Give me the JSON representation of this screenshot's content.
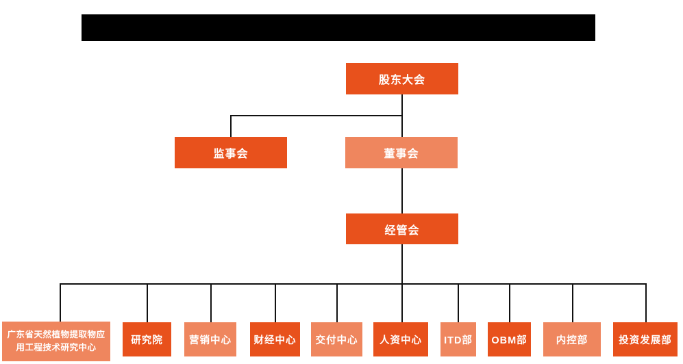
{
  "title_bar": {
    "redacted": true,
    "text": ""
  },
  "colors": {
    "primary_box": "#E8511C",
    "secondary_box": "#EF865E",
    "connector_line": "#111111",
    "box_text": "#FFFFFF",
    "redaction_bar": "#000000",
    "background": "#FFFFFF"
  },
  "org": {
    "root": {
      "label": "股东大会"
    },
    "supervisory": {
      "label": "监事会"
    },
    "board": {
      "label": "董事会"
    },
    "management": {
      "label": "经管会"
    },
    "departments": [
      {
        "label": "广东省天然植物提取物应用工程技术研究中心"
      },
      {
        "label": "研究院"
      },
      {
        "label": "营销中心"
      },
      {
        "label": "财经中心"
      },
      {
        "label": "交付中心"
      },
      {
        "label": "人资中心"
      },
      {
        "label": "ITD部"
      },
      {
        "label": "OBM部"
      },
      {
        "label": "内控部"
      },
      {
        "label": "投资发展部"
      }
    ]
  }
}
